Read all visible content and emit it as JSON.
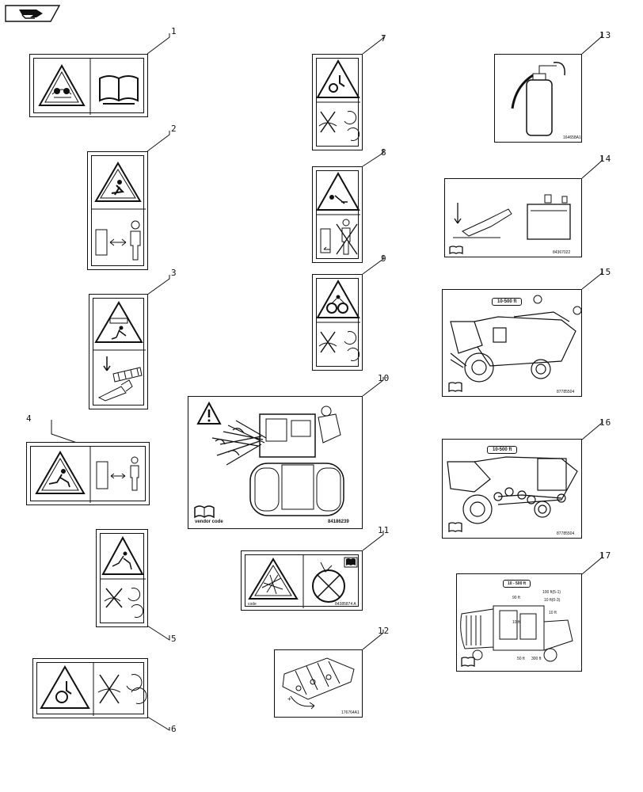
{
  "nav": {
    "icon": "forward-arrow-icon"
  },
  "callouts": [
    "1",
    "2",
    "3",
    "4",
    "5",
    "6",
    "7",
    "8",
    "9",
    "10",
    "11",
    "12",
    "13",
    "14",
    "15",
    "16",
    "17"
  ],
  "decals": {
    "d10": {
      "footer_left": "vendor code",
      "footer_right": "84186239"
    },
    "d11": {
      "footer_left": "code",
      "footer_right": "84385874 A"
    },
    "d12": {
      "code": "176764A1"
    },
    "d13": {
      "code": "164658A1"
    },
    "d14": {
      "code": "84367022"
    },
    "d15": {
      "range": "10-500 ft",
      "code": "87785504"
    },
    "d16": {
      "range": "10-500 ft",
      "code": "87785504"
    },
    "d17": {
      "range": "10 - 500 ft",
      "labels": [
        "90 ft",
        "10 ft",
        "100 ft(5-1)",
        "10 ft(0-3)",
        "10 ft",
        "50 ft",
        "300 ft"
      ]
    }
  },
  "icons": [
    "warning-triangle-icon",
    "operator-manual-icon",
    "fire-extinguisher-icon",
    "safety-alert-icon",
    "keep-distance-icon",
    "rotating-parts-icon"
  ]
}
